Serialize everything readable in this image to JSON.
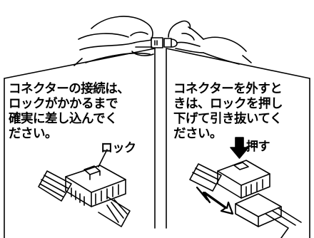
{
  "panels": {
    "connect": {
      "caption": "コネクターの接続は、\nロックがかかるまで\n確実に差し込んでく\nださい。",
      "lock_label": "ロック"
    },
    "disconnect": {
      "caption": "コネクターを外すと\nきは、ロックを押し\n下げて引き抜いてく\nださい。",
      "push_label": "押す"
    }
  }
}
